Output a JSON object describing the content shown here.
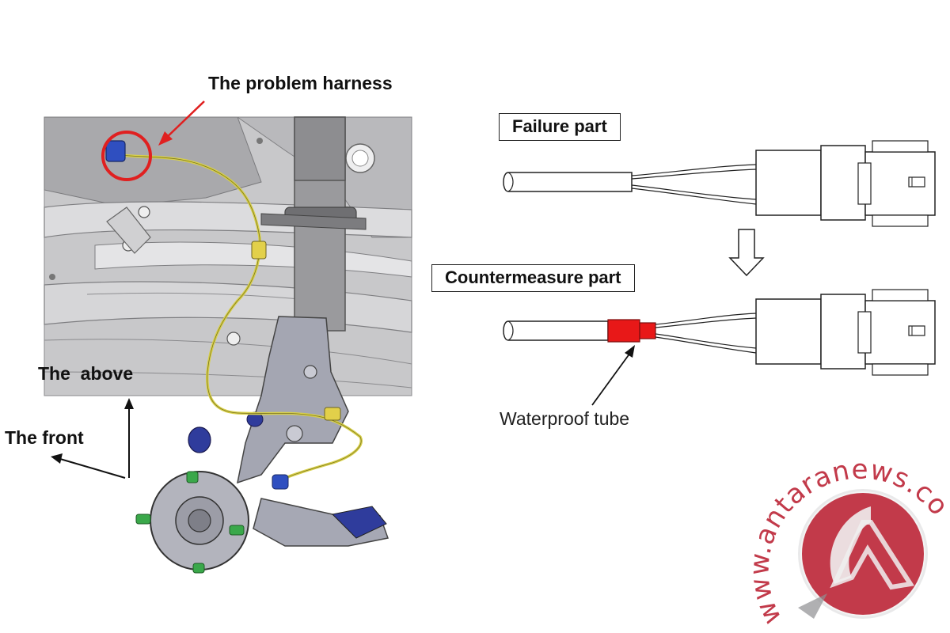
{
  "left_figure": {
    "callout": "The problem harness",
    "axis_up": "The  above",
    "axis_front": "The front"
  },
  "right_figure": {
    "failure_label": "Failure part",
    "countermeasure_label": "Countermeasure part",
    "tube_label": "Waterproof tube"
  },
  "watermark": {
    "text": "www.antaranews.com"
  },
  "colors": {
    "harness": "#d8d04a",
    "highlight_circle": "#e02020",
    "waterproof_tube": "#e81818",
    "body_grey": "#c9c9cb",
    "watermark": "#c23a4a"
  }
}
